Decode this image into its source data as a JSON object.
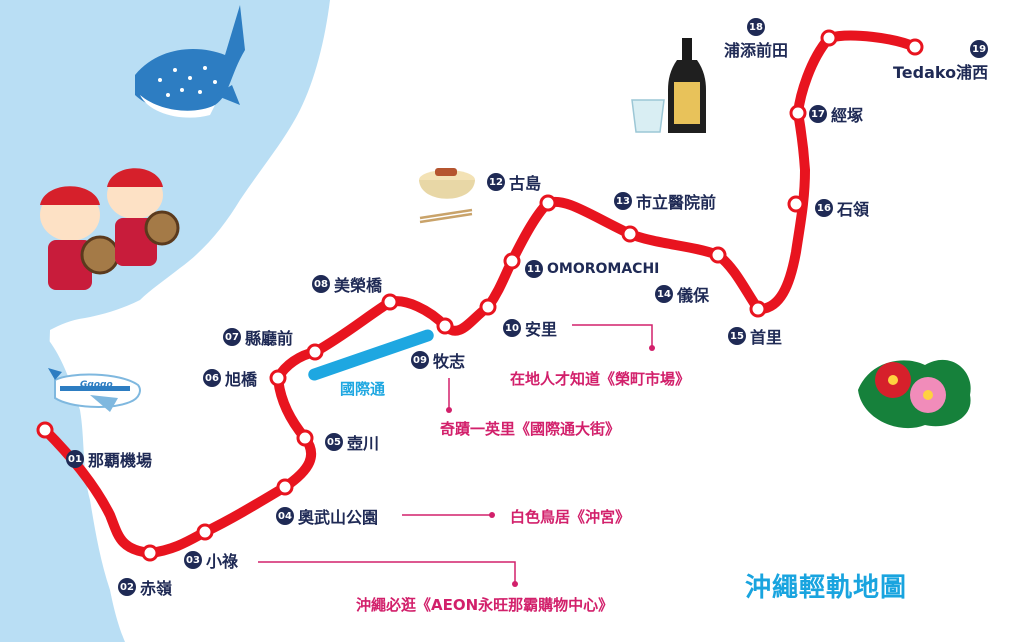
{
  "map": {
    "title": "沖繩輕軌地圖",
    "line_color": "#e8141f",
    "street_color": "#1ea7e1",
    "spot_color": "#d2206b",
    "sea_color": "#b9def4"
  },
  "stations": [
    {
      "num": "01",
      "name": "那覇機場"
    },
    {
      "num": "02",
      "name": "赤嶺"
    },
    {
      "num": "03",
      "name": "小祿"
    },
    {
      "num": "04",
      "name": "奧武山公園"
    },
    {
      "num": "05",
      "name": "壺川"
    },
    {
      "num": "06",
      "name": "旭橋"
    },
    {
      "num": "07",
      "name": "縣廳前"
    },
    {
      "num": "08",
      "name": "美榮橋"
    },
    {
      "num": "09",
      "name": "牧志"
    },
    {
      "num": "10",
      "name": "安里"
    },
    {
      "num": "11",
      "name": "OMOROMACHI"
    },
    {
      "num": "12",
      "name": "古島"
    },
    {
      "num": "13",
      "name": "市立醫院前"
    },
    {
      "num": "14",
      "name": "儀保"
    },
    {
      "num": "15",
      "name": "首里"
    },
    {
      "num": "16",
      "name": "石領"
    },
    {
      "num": "17",
      "name": "經塚"
    },
    {
      "num": "18",
      "name": "浦添前田"
    },
    {
      "num": "19",
      "name": "Tedako浦西"
    }
  ],
  "spots": [
    {
      "text": "在地人才知道《榮町市場》"
    },
    {
      "text": "奇蹟一英里《國際通大街》"
    },
    {
      "text": "白色鳥居《沖宮》"
    },
    {
      "text": "沖繩必逛《AEON永旺那霸購物中心》"
    }
  ],
  "street": {
    "name": "國際通"
  },
  "airplane": {
    "logo": "Ggogo"
  },
  "icons": [
    "whale-shark-icon",
    "eisa-dancers-icon",
    "airplane-icon",
    "awamori-bottle-icon",
    "soba-bowl-icon",
    "hibiscus-icon"
  ]
}
